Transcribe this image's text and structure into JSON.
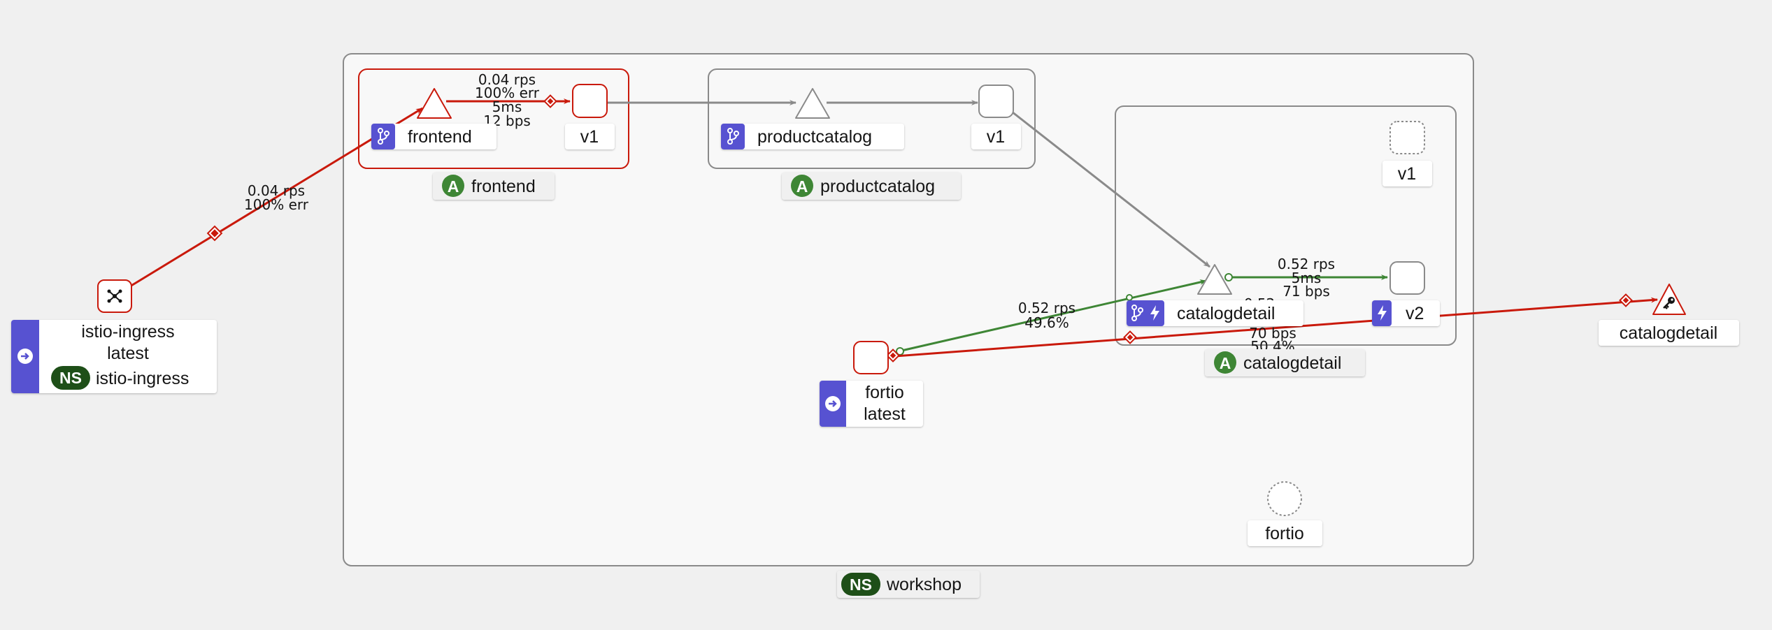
{
  "colors": {
    "background": "#f0f0f0",
    "box_fill": "#f8f8f8",
    "box_border": "#8a8a8a",
    "error_red": "#c9190b",
    "success_green": "#3e8635",
    "neutral_gray": "#8a8a8a",
    "badge_purple": "#5752d1",
    "badge_green_app": "#3e8635",
    "badge_ns": "#1e4f18"
  },
  "namespace_box": {
    "badge": "NS",
    "label": "workshop"
  },
  "app_boxes": {
    "frontend": {
      "badge": "A",
      "label": "frontend"
    },
    "productcatalog": {
      "badge": "A",
      "label": "productcatalog"
    },
    "catalogdetail": {
      "badge": "A",
      "label": "catalogdetail"
    }
  },
  "nodes": {
    "istio_ingress": {
      "icon": "ingress-gateway-icon",
      "label_line1": "istio-ingress",
      "label_line2": "latest",
      "ns_badge": "NS",
      "ns_label": "istio-ingress",
      "side_icon": "arrow-right-circle-icon"
    },
    "frontend_service": {
      "label": "frontend",
      "icon": "branch-icon"
    },
    "frontend_v1": {
      "label": "v1"
    },
    "productcatalog_service": {
      "label": "productcatalog",
      "icon": "branch-icon"
    },
    "productcatalog_v1": {
      "label": "v1"
    },
    "catalogdetail_service": {
      "label": "catalogdetail",
      "icons": [
        "branch-icon",
        "bolt-icon"
      ]
    },
    "catalogdetail_v1": {
      "label": "v1"
    },
    "catalogdetail_v2": {
      "label": "v2",
      "icon": "bolt-icon"
    },
    "catalogdetail_external": {
      "label": "catalogdetail",
      "icon": "key-icon"
    },
    "fortio_workload": {
      "label_line1": "fortio",
      "label_line2": "latest",
      "side_icon": "arrow-right-circle-icon"
    },
    "fortio_app": {
      "label": "fortio"
    }
  },
  "edges": {
    "ingress_to_frontend": {
      "line1": "0.04 rps",
      "line2": "100% err"
    },
    "frontend_to_v1": {
      "line1": "0.04 rps",
      "line2": "100% err",
      "line3": "5ms",
      "line4": "12 bps"
    },
    "catalogdetail_to_v2": {
      "line1": "0.52 rps",
      "line2": "5ms",
      "line3": "71 bps"
    },
    "fortio_to_catalogdetail": {
      "line1": "0.52 rps",
      "line2": "49.6%"
    },
    "fortio_to_external": {
      "line1": "0.52 rps",
      "line2": "70 bps",
      "line3": "50.4%"
    }
  }
}
